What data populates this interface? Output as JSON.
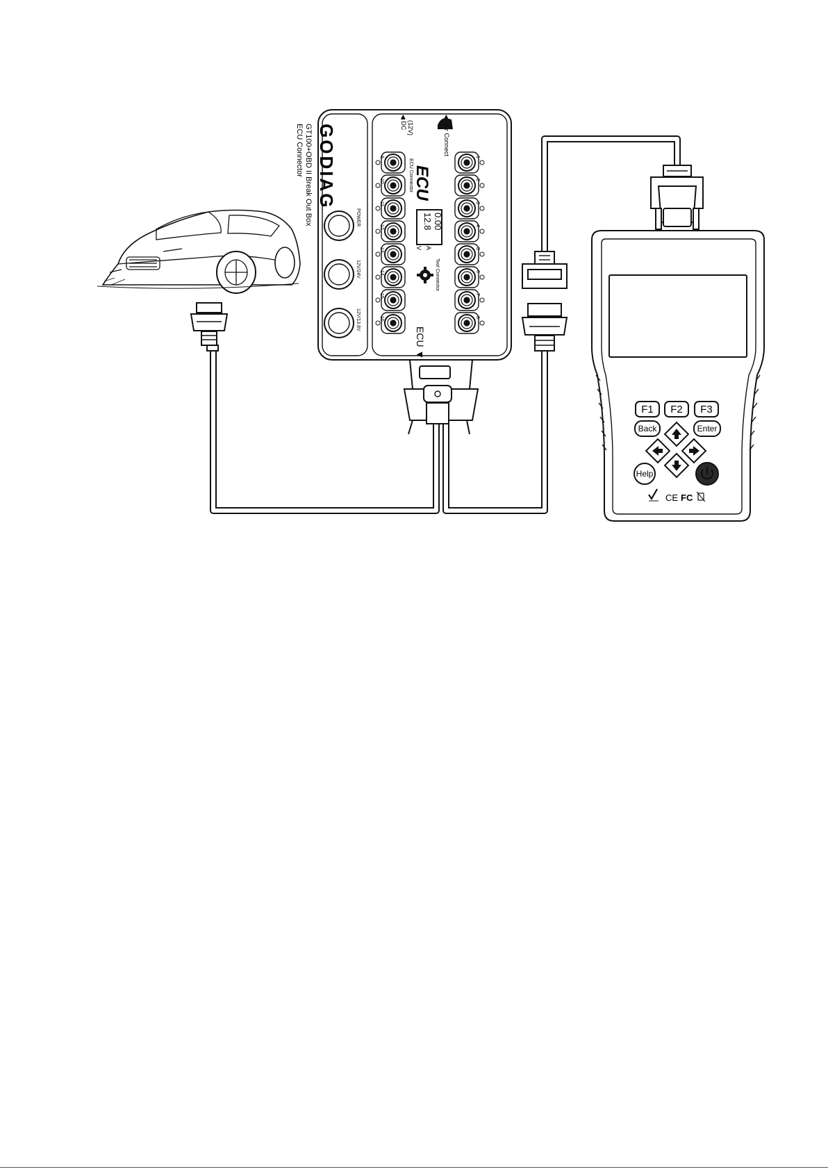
{
  "breakout_box": {
    "brand": "GODIAG",
    "registered_mark": "®",
    "product_name": "GT100+OBD II Break Out Box",
    "subtitle": "ECU Connector",
    "knob_labels": [
      "POWER",
      "12V/24V",
      "12V/13.8V"
    ],
    "ecu_logo": "ECU",
    "ecu_connector_label": "ECU Connector",
    "tool_connector_label": "Tool Connector",
    "car_connect_label": "Car Connect",
    "dc_label": "DC",
    "dc_voltage": "(12V)",
    "display_voltage": "12.8",
    "display_current": "0.00",
    "unit_v": "V",
    "unit_a": "A",
    "ecu_port_label": "ECU ▼",
    "pins_left": [
      "9",
      "10",
      "11",
      "12",
      "13",
      "14",
      "15",
      "16"
    ],
    "pins_right": [
      "1",
      "2",
      "3",
      "4",
      "5",
      "6",
      "7",
      "8"
    ]
  },
  "scanner": {
    "keys": {
      "f1": "F1",
      "f2": "F2",
      "f3": "F3",
      "back": "Back",
      "enter": "Enter",
      "help": "Help"
    },
    "marks": {
      "ce": "CE",
      "fc": "FC"
    }
  }
}
